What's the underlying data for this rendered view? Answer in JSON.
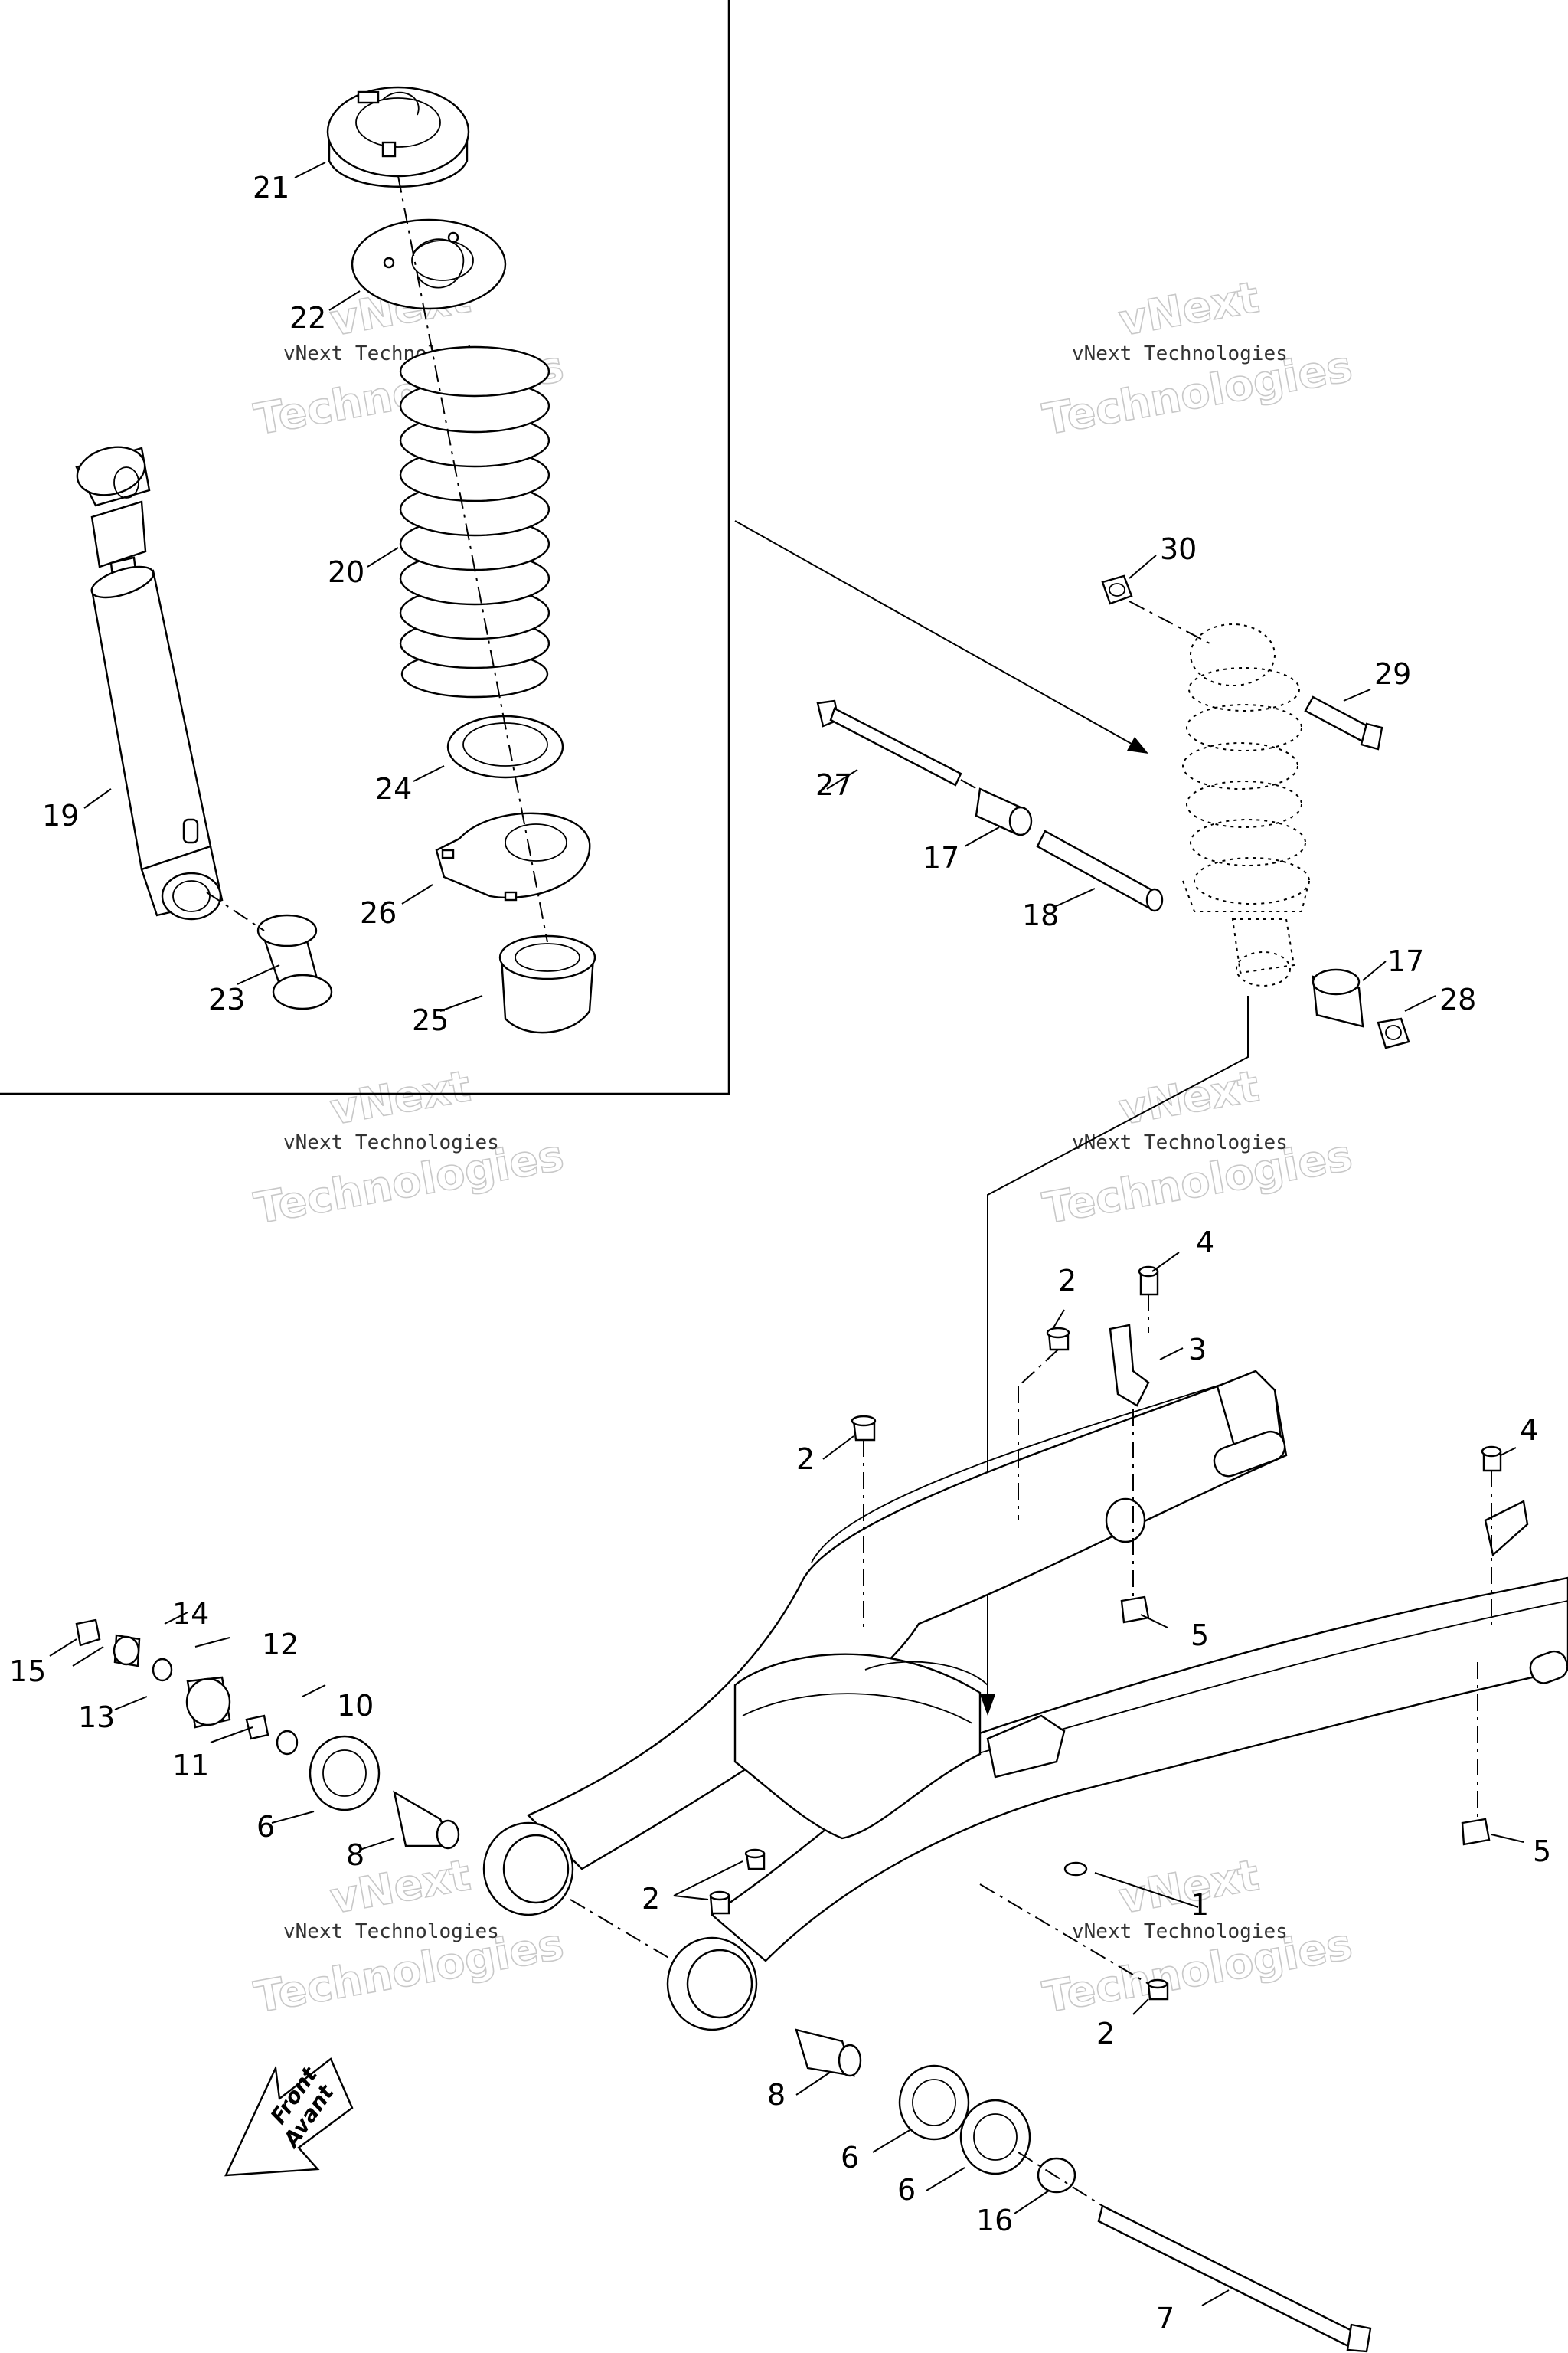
{
  "callouts": {
    "c1": "1",
    "c2a": "2",
    "c2b": "2",
    "c2c": "2",
    "c2d": "2",
    "c3": "3",
    "c4a": "4",
    "c4b": "4",
    "c5a": "5",
    "c5b": "5",
    "c6a": "6",
    "c6b": "6",
    "c6c": "6",
    "c7": "7",
    "c8a": "8",
    "c8b": "8",
    "c10": "10",
    "c11": "11",
    "c12": "12",
    "c13": "13",
    "c14": "14",
    "c15": "15",
    "c16": "16",
    "c17a": "17",
    "c17b": "17",
    "c18": "18",
    "c19": "19",
    "c20": "20",
    "c21": "21",
    "c22": "22",
    "c23": "23",
    "c24": "24",
    "c25": "25",
    "c26": "26",
    "c27": "27",
    "c28": "28",
    "c29": "29",
    "c30": "30"
  },
  "direction_arrow": {
    "line1": "Front",
    "line2": "Avant"
  },
  "watermark": {
    "small": "vNext Technologies",
    "big1": "vNext",
    "big2": "Technologies"
  }
}
